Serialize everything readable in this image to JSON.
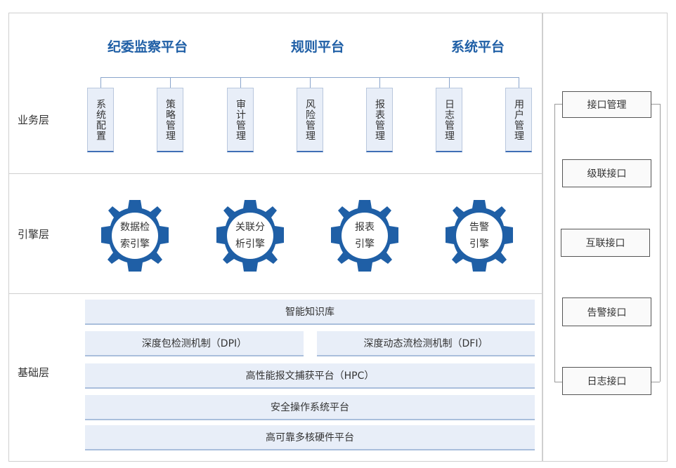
{
  "layers": {
    "business": "业务层",
    "engine": "引擎层",
    "foundation": "基础层"
  },
  "platforms": [
    "纪委监察平台",
    "规则平台",
    "系统平台"
  ],
  "modules": [
    "系统配置",
    "策略管理",
    "审计管理",
    "风险管理",
    "报表管理",
    "日志管理",
    "用户管理"
  ],
  "engines": [
    {
      "line1": "数据检",
      "line2": "索引擎"
    },
    {
      "line1": "关联分",
      "line2": "析引擎"
    },
    {
      "line1": "报表",
      "line2": "引擎"
    },
    {
      "line1": "告警",
      "line2": "引擎"
    }
  ],
  "foundation": {
    "knowledge": "智能知识库",
    "dpi": "深度包检测机制（DPI）",
    "dfi": "深度动态流检测机制（DFI）",
    "hpc": "高性能报文捕获平台（HPC）",
    "os": "安全操作系统平台",
    "hardware": "高可靠多核硬件平台"
  },
  "interfaces": [
    "接口管理",
    "级联接口",
    "互联接口",
    "告警接口",
    "日志接口"
  ],
  "colors": {
    "gear": "#1f5fa6",
    "title": "#1f5fa6",
    "box_fill": "#e8eef8"
  }
}
